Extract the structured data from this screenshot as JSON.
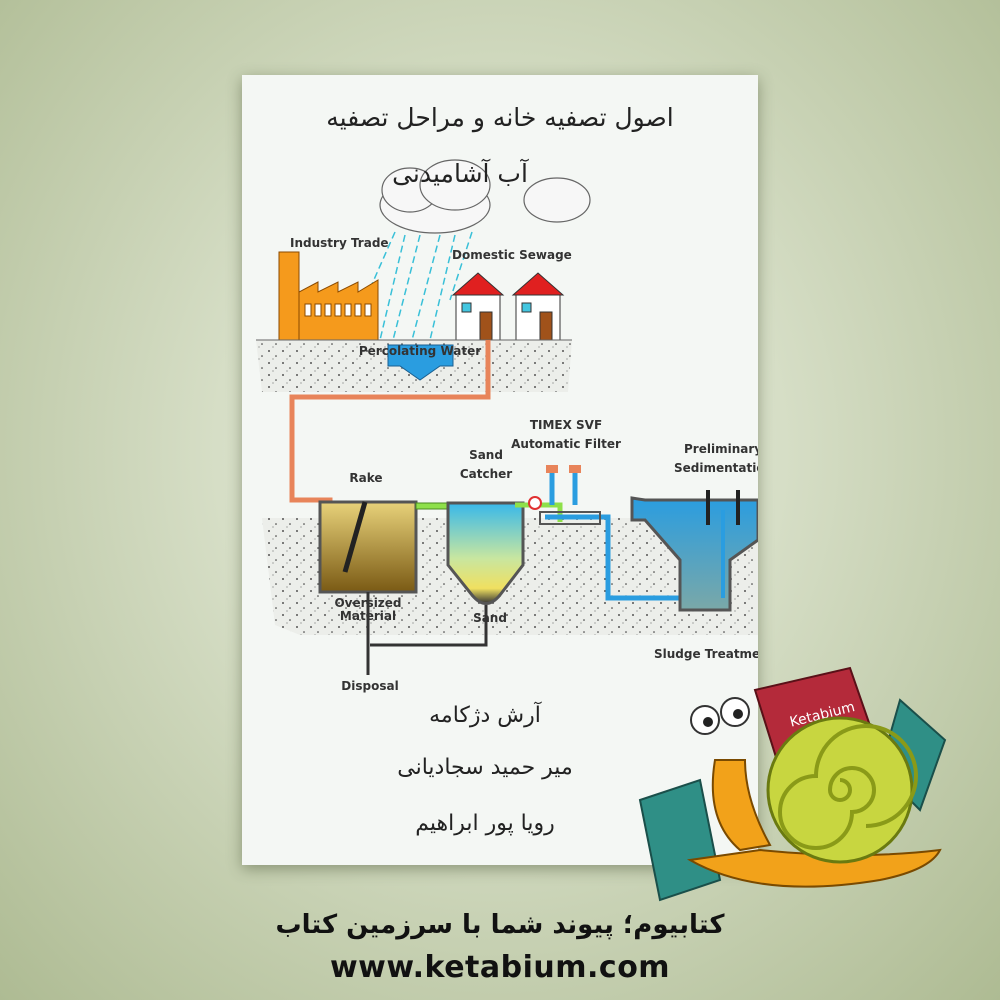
{
  "cover": {
    "title_line1": "اصول تصفیه خانه و مراحل تصفیه",
    "title_line2": "آب آشامیدنی",
    "authors": [
      "آرش دژکامه",
      "میر حمید سجادیانی",
      "رویا پور ابراهیم"
    ],
    "diagram_labels": {
      "industry": "Industry Trade",
      "domestic": "Domestic Sewage",
      "percolating": "Percolating Water",
      "rake": "Rake",
      "sand_catcher_1": "Sand",
      "sand_catcher_2": "Catcher",
      "filter_1": "TIMEX SVF",
      "filter_2": "Automatic Filter",
      "prelim_1": "Preliminary",
      "prelim_2": "Sedimentation",
      "oversized_1": "Oversized",
      "oversized_2": "Material",
      "sand": "Sand",
      "disposal": "Disposal",
      "sludge": "Sludge Treatment"
    }
  },
  "brand": {
    "logo_text": "Ketabium",
    "slogan": "کتابیوم؛ پیوند شما با سرزمین کتاب",
    "url": "www.ketabium.com"
  },
  "colors": {
    "pipe_orange": "#e8845a",
    "water_blue": "#2a9de0",
    "roof_red": "#e02020",
    "factory_orange": "#f59a1c"
  }
}
